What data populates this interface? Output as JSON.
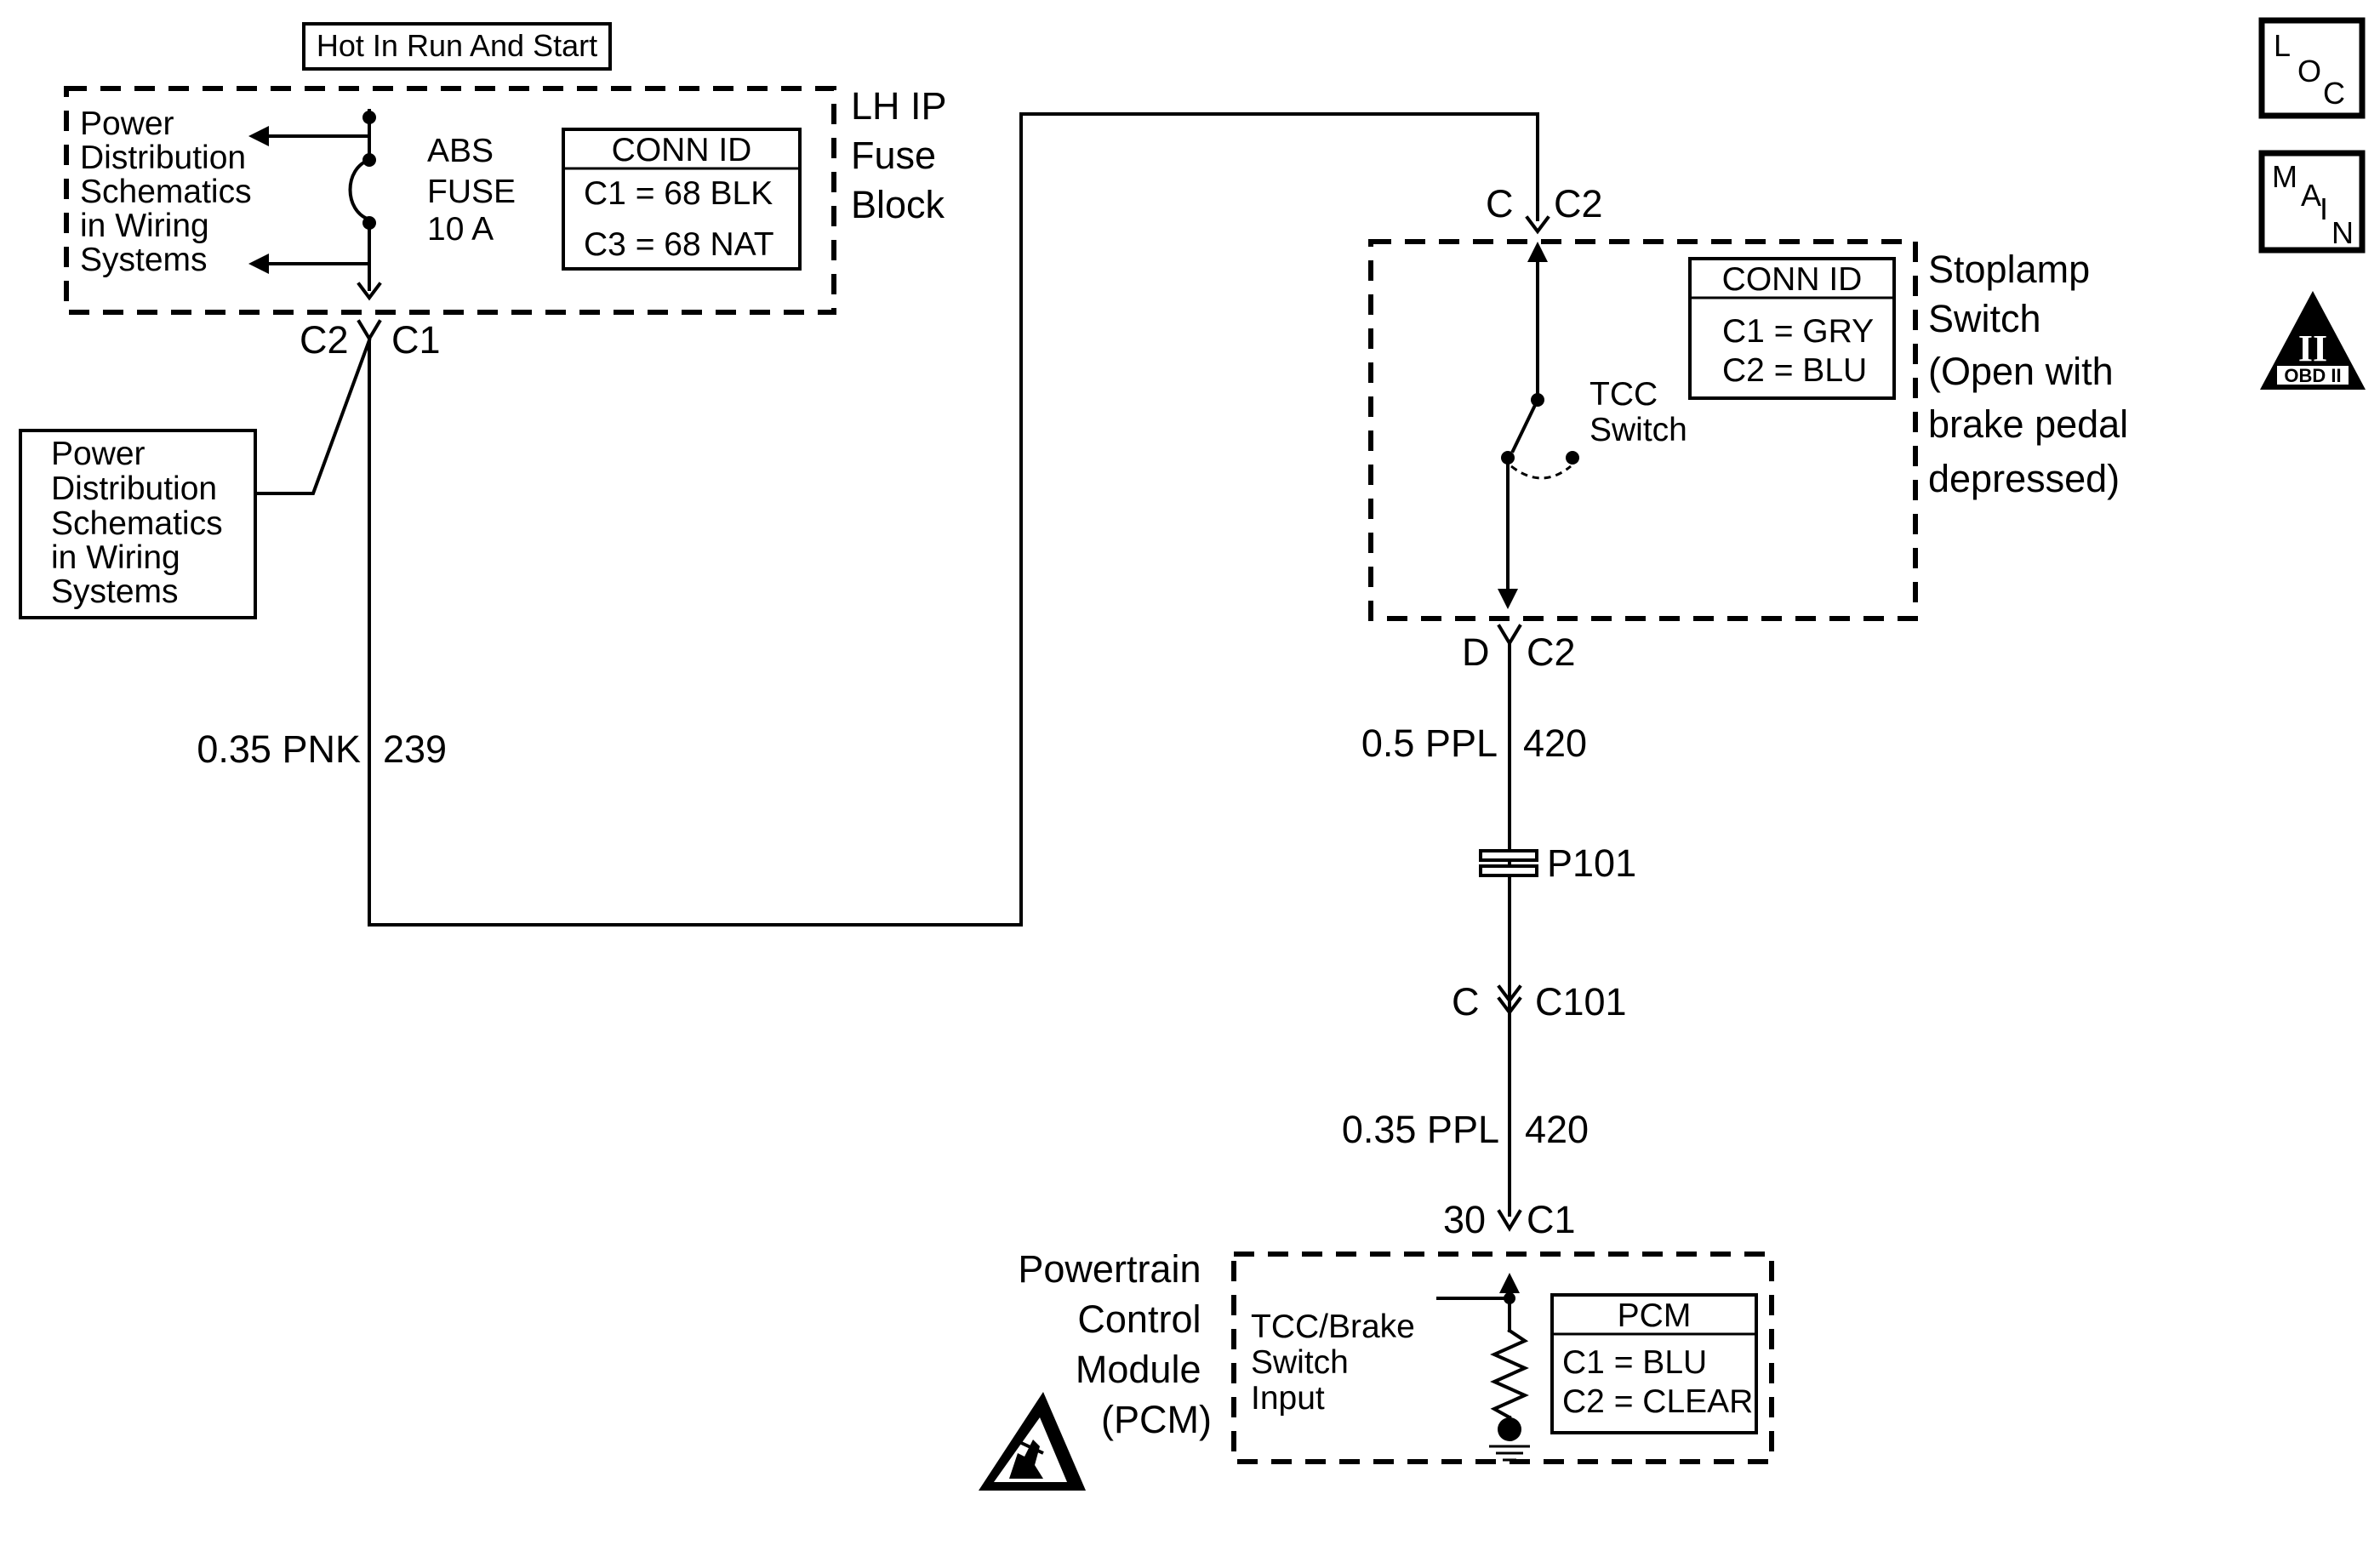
{
  "header_label": "Hot In Run And Start",
  "fuse_block": {
    "name_line1": "LH IP",
    "name_line2": "Fuse",
    "name_line3": "Block",
    "ref_top": [
      "Power",
      "Distribution",
      "Schematics",
      "in Wiring",
      "Systems"
    ],
    "fuse_label": [
      "ABS",
      "FUSE",
      "10 A"
    ],
    "conn_title": "CONN ID",
    "conn_rows": [
      "C1 = 68 BLK",
      "C3 = 68 NAT"
    ],
    "pin_left": "C2",
    "pin_right": "C1"
  },
  "side_reference": [
    "Power",
    "Distribution",
    "Schematics",
    "in Wiring",
    "Systems"
  ],
  "wire_239": {
    "gauge_color": "0.35 PNK",
    "circuit": "239"
  },
  "stoplamp": {
    "top_pin_left": "C",
    "top_pin_right": "C2",
    "switch_label": [
      "TCC",
      "Switch"
    ],
    "conn_title": "CONN ID",
    "conn_rows": [
      "C1 = GRY",
      "C2 = BLU"
    ],
    "name": [
      "Stoplamp",
      "Switch",
      "(Open with",
      "brake pedal",
      "depressed)"
    ],
    "bottom_pin_left": "D",
    "bottom_pin_right": "C2"
  },
  "wire_420_upper": {
    "gauge_color": "0.5 PPL",
    "circuit": "420"
  },
  "splice": {
    "label": "P101"
  },
  "inline_connector": {
    "pin": "C",
    "name": "C101"
  },
  "wire_420_lower": {
    "gauge_color": "0.35 PPL",
    "circuit": "420"
  },
  "pcm": {
    "pin_left": "30",
    "pin_right": "C1",
    "name": [
      "Powertrain",
      "Control",
      "Module",
      "(PCM)"
    ],
    "input_label": [
      "TCC/Brake",
      "Switch",
      "Input"
    ],
    "conn_title": "PCM",
    "conn_rows": [
      "C1 = BLU",
      "C2 = CLEAR"
    ]
  },
  "nav_icons": {
    "loc_letters": [
      "L",
      "O",
      "C"
    ],
    "main_letters": [
      "M",
      "A",
      "I",
      "N"
    ],
    "obd_numeral": "II",
    "obd_label": "OBD II"
  },
  "icons": [
    "loc-icon",
    "main-icon",
    "obd-ii-icon",
    "esd-warning-icon",
    "fuse-icon",
    "switch-icon",
    "resistor-icon",
    "ground-icon"
  ]
}
